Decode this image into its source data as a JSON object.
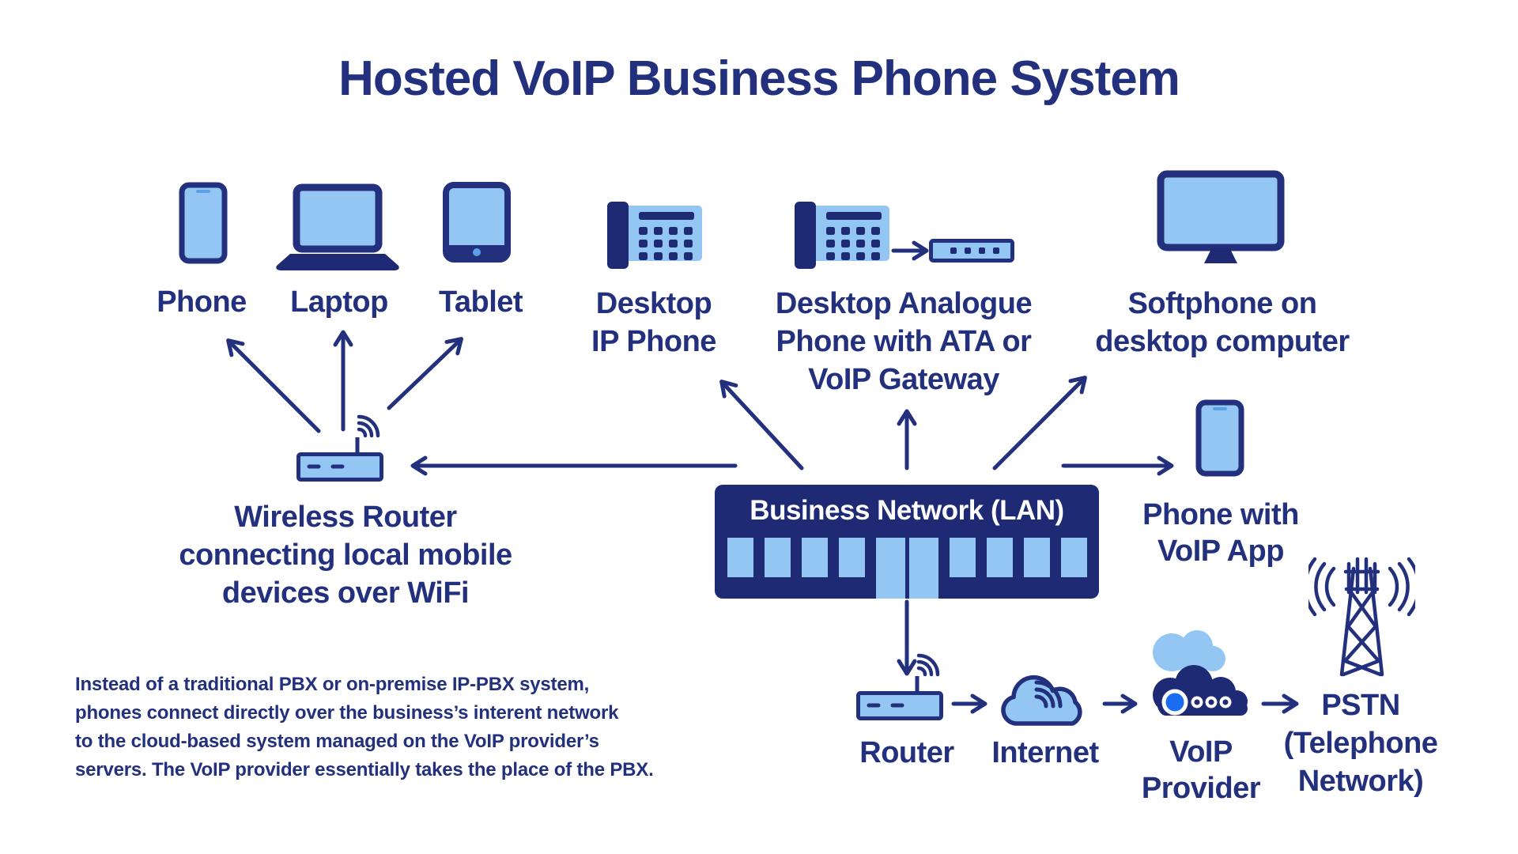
{
  "title": "Hosted VoIP Business Phone System",
  "colors": {
    "navy": "#22307d",
    "navy_deep": "#1e2a74",
    "light_blue": "#93c6f3",
    "bright_blue": "#1a6cf0",
    "detail_blue": "#5aa0e6",
    "white": "#ffffff"
  },
  "top_row": {
    "phone": {
      "label": "Phone"
    },
    "laptop": {
      "label": "Laptop"
    },
    "tablet": {
      "label": "Tablet"
    },
    "desktop_ip_phone": {
      "label": "Desktop\nIP Phone"
    },
    "desktop_analogue_phone": {
      "label": "Desktop Analogue\nPhone with ATA or\nVoIP Gateway"
    },
    "softphone": {
      "label": "Softphone on\ndesktop computer"
    }
  },
  "middle": {
    "wireless_router": {
      "label": "Wireless Router\nconnecting local mobile\ndevices over WiFi"
    },
    "business_network": {
      "label": "Business Network (LAN)"
    },
    "voip_app_phone": {
      "label": "Phone with\nVoIP App"
    }
  },
  "bottom_row": {
    "router": {
      "label": "Router"
    },
    "internet": {
      "label": "Internet"
    },
    "voip_provider": {
      "label": "VoIP\nProvider"
    },
    "pstn": {
      "label": "PSTN\n(Telephone\nNetwork)"
    }
  },
  "description": "Instead of a traditional PBX or on-premise IP-PBX system,\nphones connect directly over the business’s interent network\nto the cloud-based system managed on the VoIP provider’s\nservers. The VoIP provider essentially takes the place of the PBX."
}
